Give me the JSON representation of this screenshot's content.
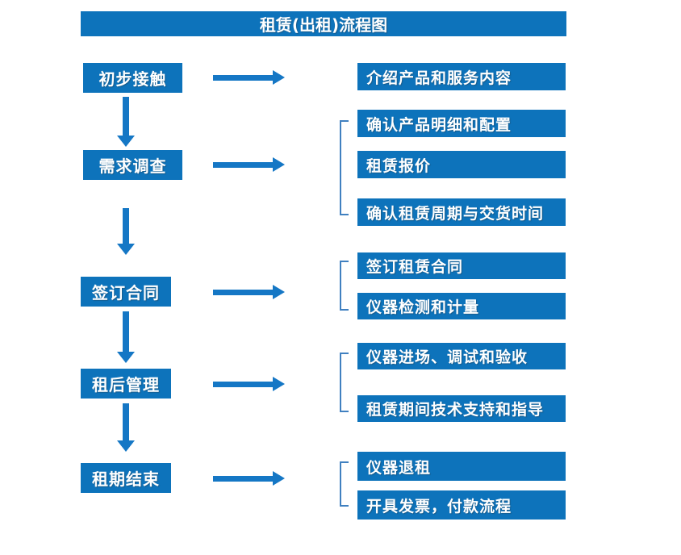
{
  "title": "租赁(出租)流程图",
  "colors": {
    "primary": "#0d73bb",
    "arrow": "#1577c5",
    "bracket": "#4080c0",
    "text": "#ffffff",
    "background": "#ffffff"
  },
  "groups": [
    {
      "step": "初步接触",
      "items": [
        "介绍产品和服务内容"
      ]
    },
    {
      "step": "需求调查",
      "items": [
        "确认产品明细和配置",
        "租赁报价",
        "确认租赁周期与交货时间"
      ]
    },
    {
      "step": "签订合同",
      "items": [
        "签订租赁合同",
        "仪器检测和计量"
      ]
    },
    {
      "step": "租后管理",
      "items": [
        "仪器进场、调试和验收",
        "租赁期间技术支持和指导"
      ]
    },
    {
      "step": "租期结束",
      "items": [
        "仪器退租",
        "开具发票，付款流程"
      ]
    }
  ]
}
